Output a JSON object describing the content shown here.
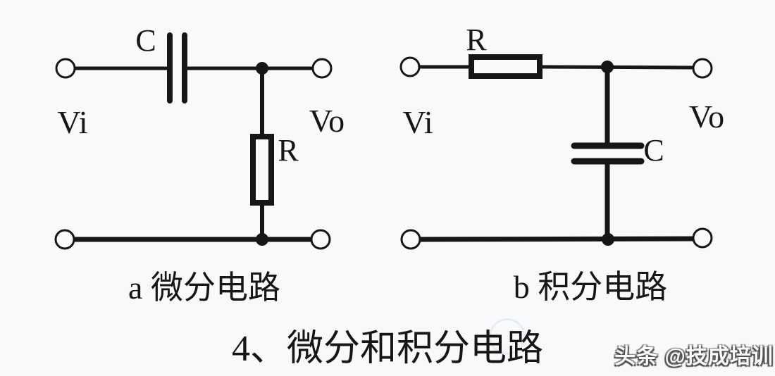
{
  "colors": {
    "background": "#f7f9fb",
    "line": "#161616",
    "terminal_fill": "#f9fafc",
    "watermark_text": "#fbfbfb",
    "watermark_shadow": "#4e4e4e"
  },
  "circuit_a": {
    "caption": "a 微分电路",
    "input_label": "Vi",
    "output_label": "Vo",
    "series_component": "capacitor",
    "series_label": "C",
    "shunt_component": "resistor",
    "shunt_label": "R"
  },
  "circuit_b": {
    "caption": "b 积分电路",
    "input_label": "Vi",
    "output_label": "Vo",
    "series_component": "resistor",
    "series_label": "R",
    "shunt_component": "capacitor",
    "shunt_label": "C"
  },
  "title": "4、微分和积分电路",
  "watermark": "头条 @技成培训"
}
